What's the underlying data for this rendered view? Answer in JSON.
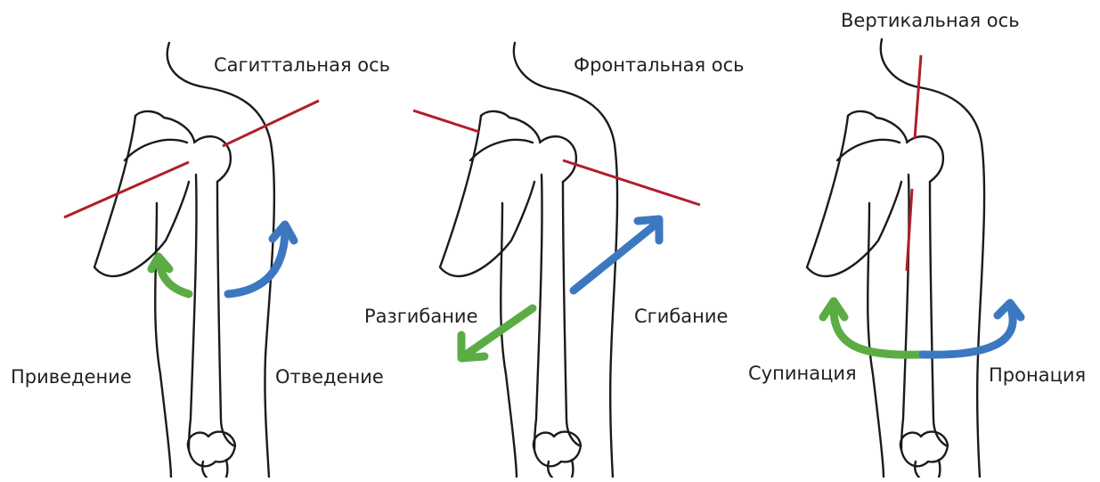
{
  "colors": {
    "axis": "#b01e2a",
    "adduction_arrow": "#5cac45",
    "abduction_arrow": "#3c78c0",
    "outline": "#1b1b1b"
  },
  "panels": [
    {
      "axis_label": "Сагиттальная ось",
      "left_label": "Приведение",
      "right_label": "Отведение"
    },
    {
      "axis_label": "Фронтальная ось",
      "left_label": "Разгибание",
      "right_label": "Сгибание"
    },
    {
      "axis_label": "Вертикальная ось",
      "left_label": "Супинация",
      "right_label": "Пронация"
    }
  ]
}
